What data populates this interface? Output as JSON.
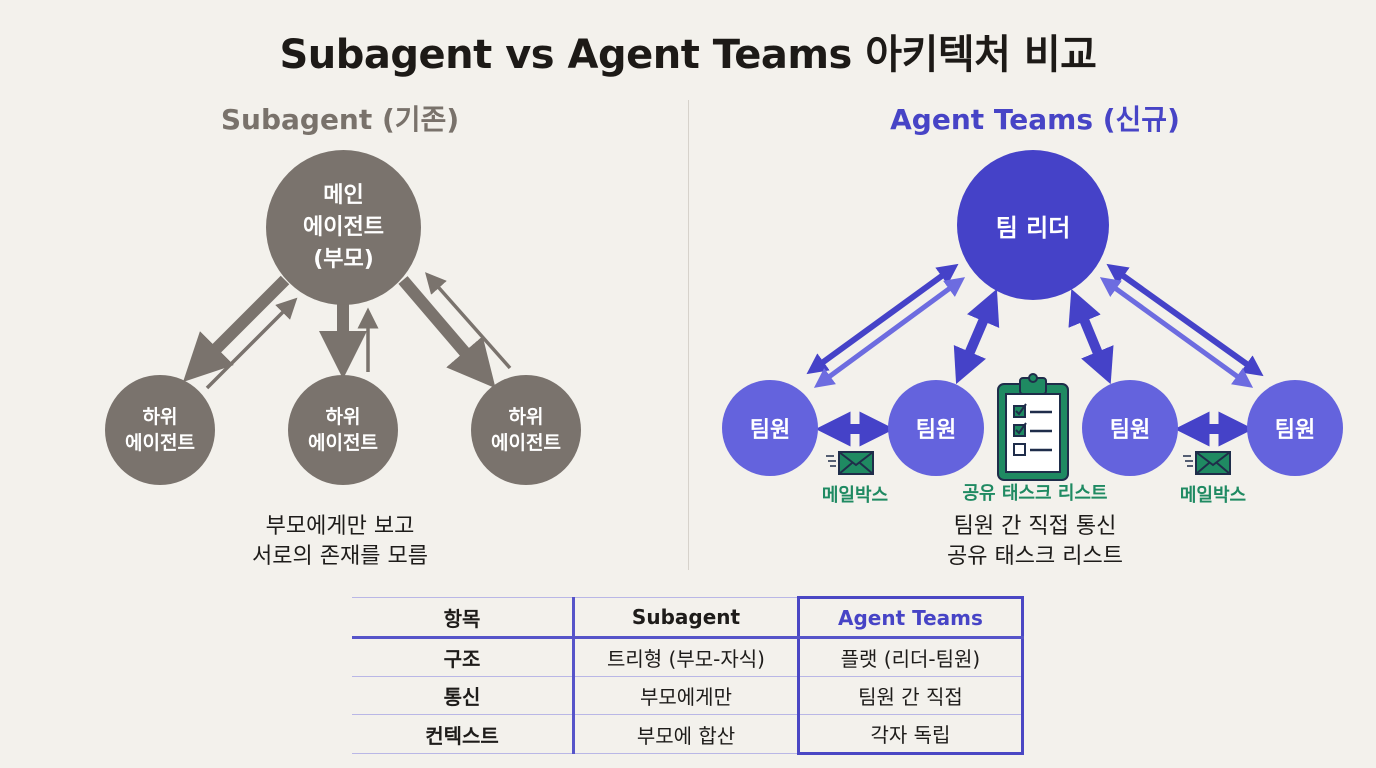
{
  "title": "Subagent vs Agent Teams 아키텍처 비교",
  "colors": {
    "background": "#f3f1ec",
    "subagent_gray": "#7a736d",
    "leader_blue": "#4542c8",
    "member_blue": "#6463dd",
    "accent_green": "#1f8a62"
  },
  "left": {
    "subtitle": "Subagent (기존)",
    "main_node": "메인\n에이전트\n(부모)",
    "sub_nodes": [
      "하위\n에이전트",
      "하위\n에이전트",
      "하위\n에이전트"
    ],
    "caption": "부모에게만 보고\n서로의 존재를 모름"
  },
  "right": {
    "subtitle": "Agent Teams (신규)",
    "leader_node": "팀 리더",
    "member_nodes": [
      "팀원",
      "팀원",
      "팀원",
      "팀원"
    ],
    "mailbox_label_left": "메일박스",
    "mailbox_label_right": "메일박스",
    "task_list_label": "공유 태스크 리스트",
    "icons": [
      "mail-icon",
      "clipboard-checklist-icon",
      "mail-icon"
    ],
    "caption": "팀원 간 직접 통신\n공유 태스크 리스트"
  },
  "table": {
    "headers": [
      "항목",
      "Subagent",
      "Agent Teams"
    ],
    "rows": [
      [
        "구조",
        "트리형 (부모-자식)",
        "플랫 (리더-팀원)"
      ],
      [
        "통신",
        "부모에게만",
        "팀원 간 직접"
      ],
      [
        "컨텍스트",
        "부모에 합산",
        "각자 독립"
      ]
    ]
  }
}
